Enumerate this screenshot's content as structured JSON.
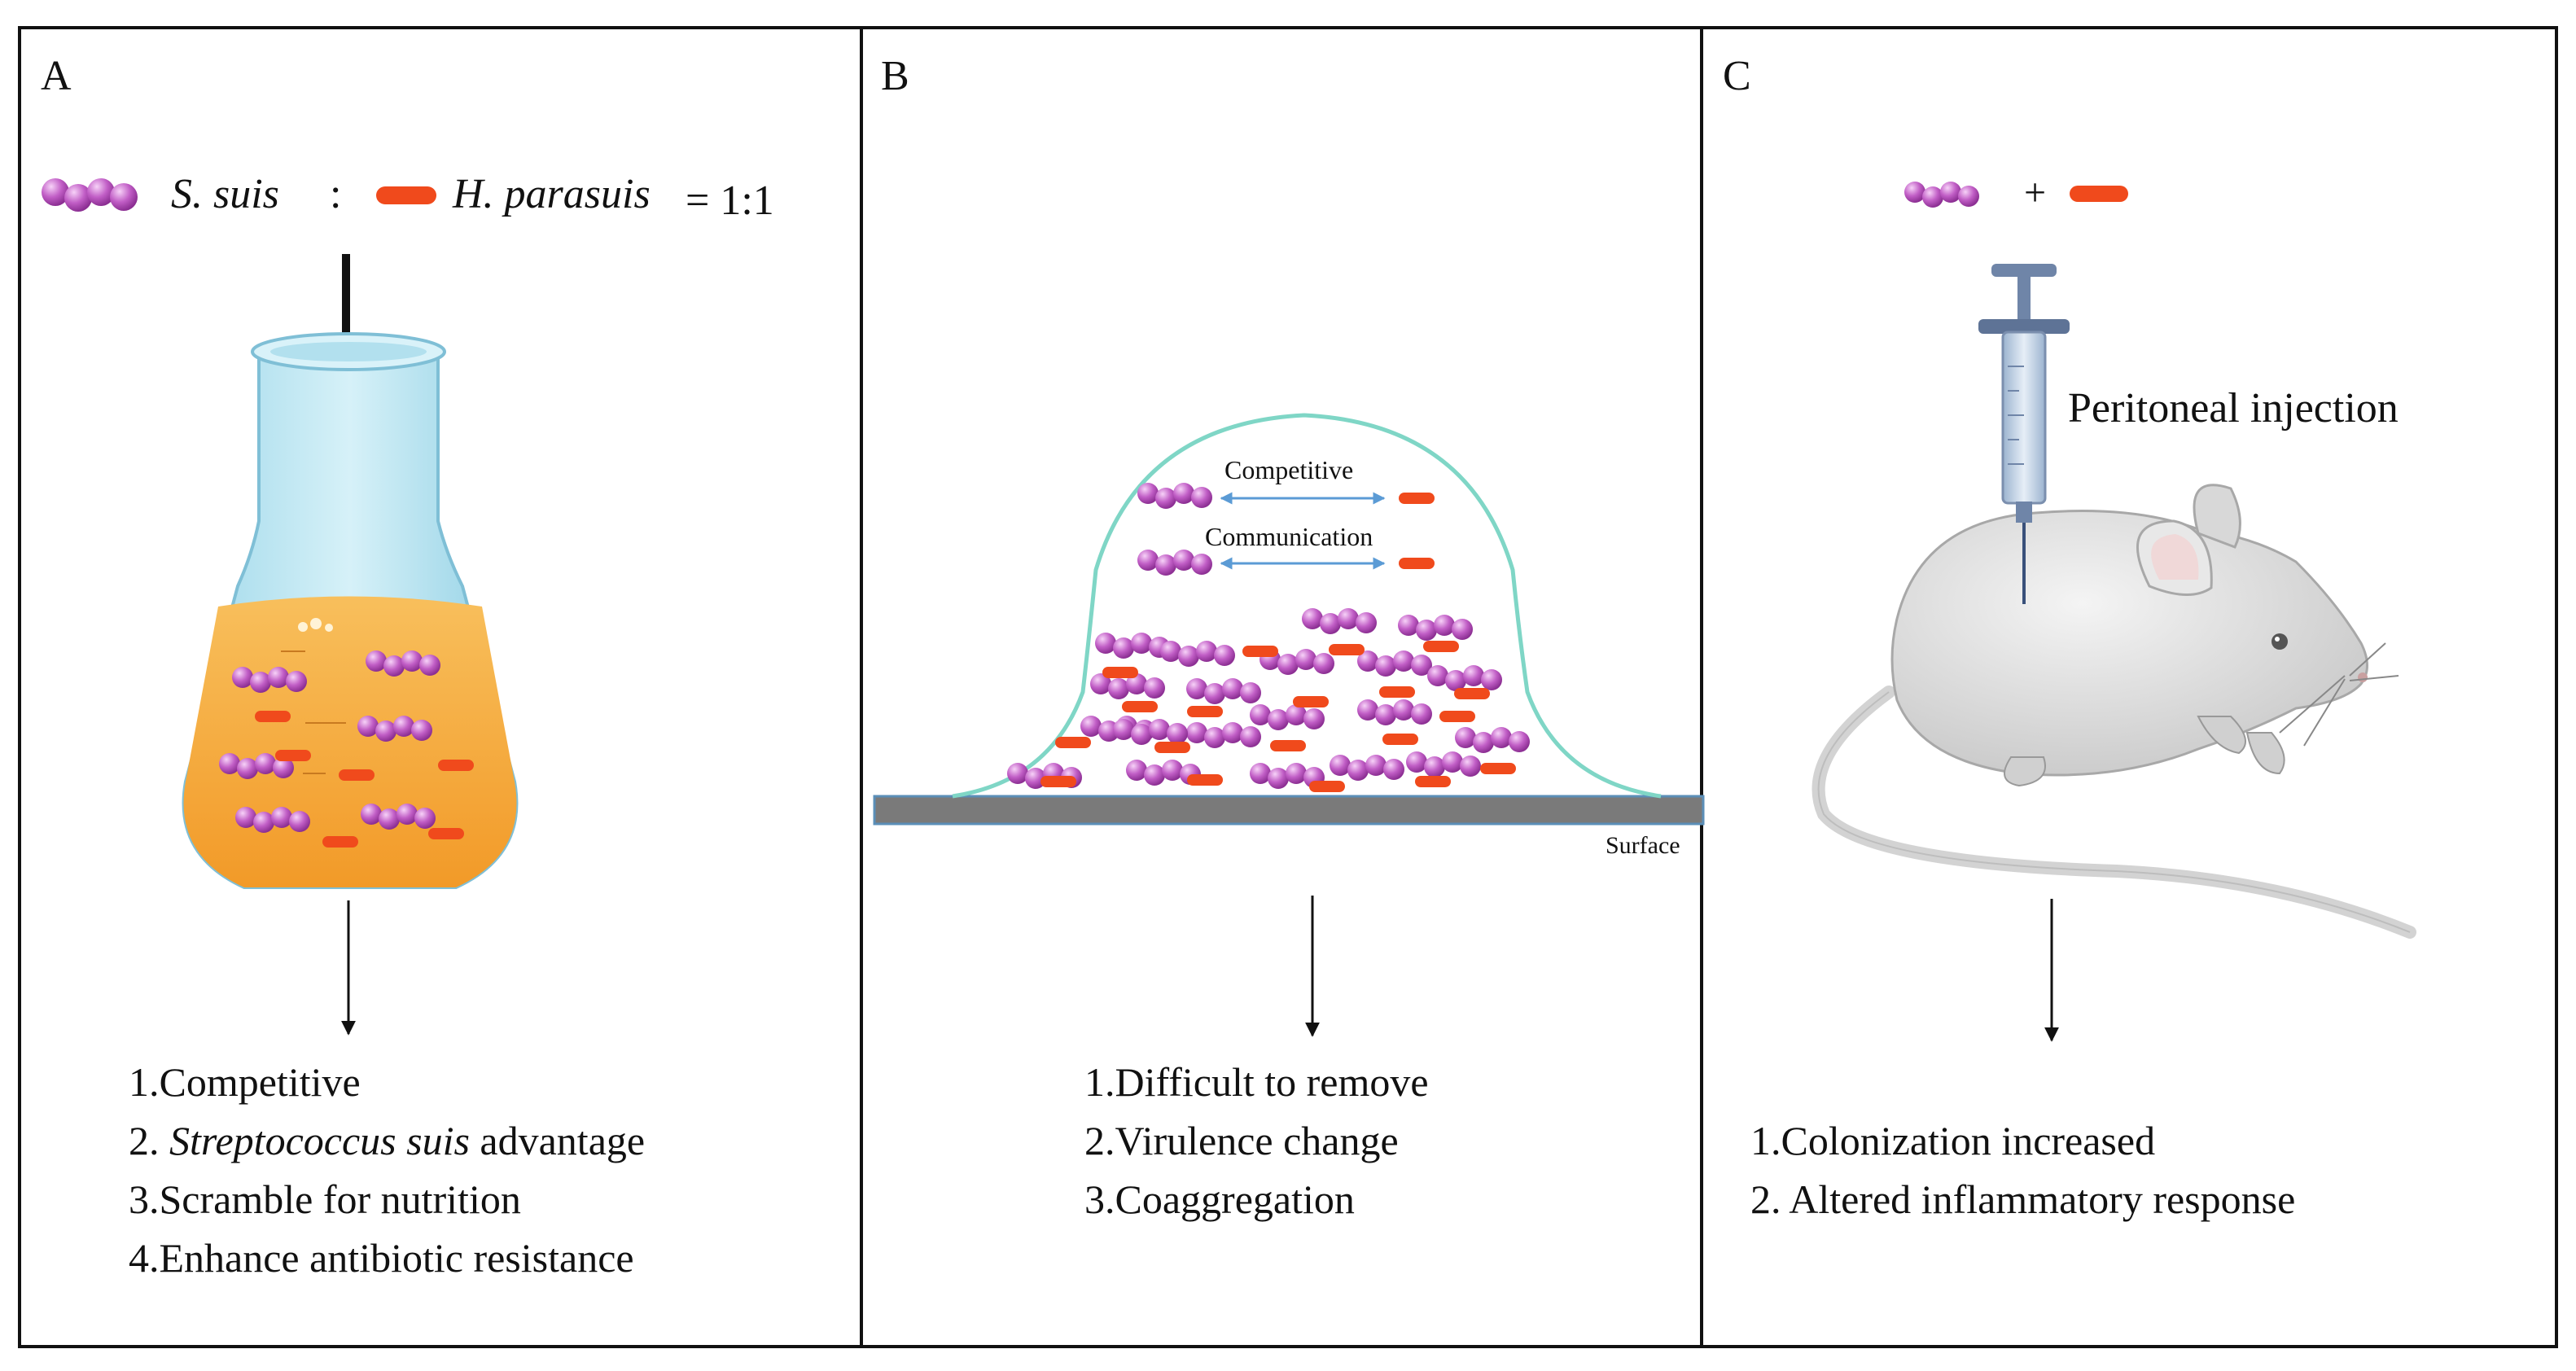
{
  "panels": [
    {
      "letter": "A",
      "ratio": {
        "species1": "S. suis",
        "separator": ":",
        "species2": "H. parasuis",
        "value": "= 1:1"
      },
      "outcomes": [
        {
          "num": "1.",
          "text": "Competitive"
        },
        {
          "num": "2. ",
          "italic": "Streptococcus suis",
          "text": " advantage"
        },
        {
          "num": "3.",
          "text": "Scramble for nutrition"
        },
        {
          "num": "4.",
          "text": "Enhance antibiotic resistance"
        }
      ]
    },
    {
      "letter": "B",
      "labels": {
        "competitive": "Competitive",
        "communication": "Communication",
        "surface": "Surface"
      },
      "outcomes": [
        {
          "num": "1.",
          "text": "Difficult to remove"
        },
        {
          "num": "2.",
          "text": "Virulence change"
        },
        {
          "num": "3.",
          "text": "Coaggregation"
        }
      ]
    },
    {
      "letter": "C",
      "plus": "+",
      "injection": "Peritoneal injection",
      "outcomes": [
        {
          "num": "1.",
          "text": "Colonization increased"
        },
        {
          "num": "2. ",
          "text": "Altered inflammatory response"
        }
      ]
    }
  ],
  "colors": {
    "coccus": "#b24fb8",
    "coccus_light": "#f2c6f4",
    "rod": "#f04a1c",
    "flask_glass": "#bfe6f2",
    "broth": "#f7a93a",
    "biofilm_outline": "#7fd6c6",
    "surface": "#7a7a7a",
    "mouse": "#e4e4e4",
    "arrow_blue": "#5b9bd5"
  }
}
